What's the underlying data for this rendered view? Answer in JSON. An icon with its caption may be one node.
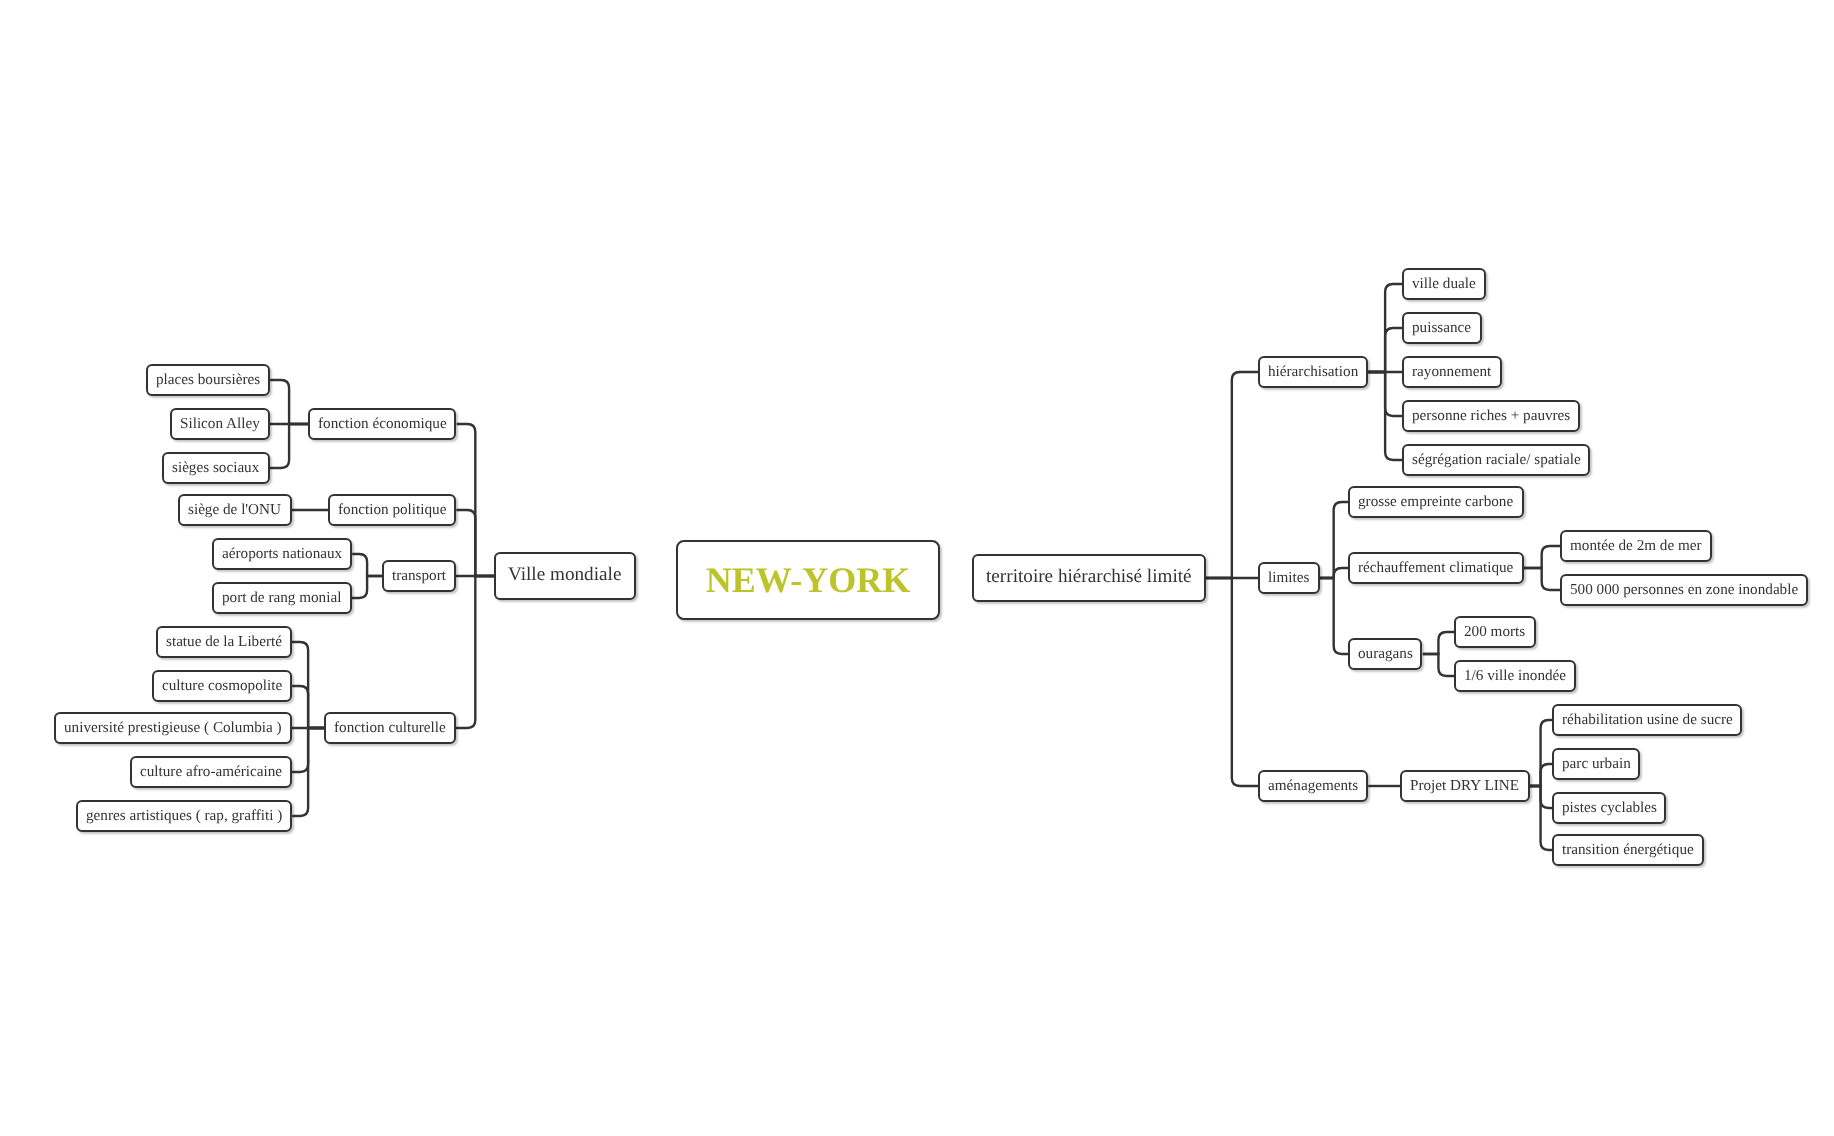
{
  "diagram": {
    "nodes": [
      {
        "text": [
          "NEW-YORK"
        ]
      },
      {
        "text": [
          "Ville mondiale"
        ]
      },
      {
        "text": [
          "fonction économique"
        ]
      },
      {
        "text": [
          "places boursières"
        ]
      },
      {
        "text": [
          "Silicon Alley"
        ]
      },
      {
        "text": [
          "sièges sociaux"
        ]
      },
      {
        "text": [
          "fonction politique"
        ]
      },
      {
        "text": [
          "siège de l'ONU"
        ]
      },
      {
        "text": [
          "transport"
        ]
      },
      {
        "text": [
          "aéroports nationaux"
        ]
      },
      {
        "text": [
          "port de rang monial"
        ]
      },
      {
        "text": [
          "fonction culturelle"
        ]
      },
      {
        "text": [
          "statue de la Liberté"
        ]
      },
      {
        "text": [
          "culture cosmopolite"
        ]
      },
      {
        "text": [
          "université prestigieuse ( Columbia )"
        ]
      },
      {
        "text": [
          "culture afro-américaine"
        ]
      },
      {
        "text": [
          "genres artistiques ( rap, graffiti )"
        ]
      },
      {
        "text": [
          "territoire hiérarchisé limité"
        ]
      },
      {
        "text": [
          "hiérarchisation"
        ]
      },
      {
        "text": [
          "ville duale"
        ]
      },
      {
        "text": [
          "puissance"
        ]
      },
      {
        "text": [
          "rayonnement"
        ]
      },
      {
        "text": [
          "personne riches + pauvres"
        ]
      },
      {
        "text": [
          "ségrégation raciale/ spatiale"
        ]
      },
      {
        "text": [
          "limites"
        ]
      },
      {
        "text": [
          "grosse empreinte carbone"
        ]
      },
      {
        "text": [
          "réchauffement climatique"
        ]
      },
      {
        "text": [
          "montée de 2m de mer"
        ]
      },
      {
        "text": [
          "500 000 personnes en zone inondable"
        ]
      },
      {
        "text": [
          "ouragans"
        ]
      },
      {
        "text": [
          "200 morts"
        ]
      },
      {
        "text": [
          "1/6 ville inondée"
        ]
      },
      {
        "text": [
          "aménagements"
        ]
      },
      {
        "text": [
          "Projet DRY LINE"
        ]
      },
      {
        "text": [
          "réhabilitation usine de sucre"
        ]
      },
      {
        "text": [
          "parc urbain"
        ]
      },
      {
        "text": [
          "pistes cyclables"
        ]
      },
      {
        "text": [
          "transition énergétique"
        ]
      }
    ],
    "edges": [
      {
        "from": 1,
        "to": 2,
        "arrow": "none"
      },
      {
        "from": 1,
        "to": 6,
        "arrow": "none"
      },
      {
        "from": 1,
        "to": 8,
        "arrow": "none"
      },
      {
        "from": 1,
        "to": 11,
        "arrow": "none"
      },
      {
        "from": 2,
        "to": 3,
        "arrow": "none"
      },
      {
        "from": 2,
        "to": 4,
        "arrow": "none"
      },
      {
        "from": 2,
        "to": 5,
        "arrow": "none"
      },
      {
        "from": 6,
        "to": 7,
        "arrow": "none"
      },
      {
        "from": 8,
        "to": 9,
        "arrow": "none"
      },
      {
        "from": 8,
        "to": 10,
        "arrow": "none"
      },
      {
        "from": 11,
        "to": 12,
        "arrow": "none"
      },
      {
        "from": 11,
        "to": 13,
        "arrow": "none"
      },
      {
        "from": 11,
        "to": 14,
        "arrow": "none"
      },
      {
        "from": 11,
        "to": 15,
        "arrow": "none"
      },
      {
        "from": 11,
        "to": 16,
        "arrow": "none"
      },
      {
        "from": 17,
        "to": 18,
        "arrow": "none"
      },
      {
        "from": 17,
        "to": 24,
        "arrow": "none"
      },
      {
        "from": 17,
        "to": 32,
        "arrow": "none"
      },
      {
        "from": 18,
        "to": 19,
        "arrow": "none"
      },
      {
        "from": 18,
        "to": 20,
        "arrow": "none"
      },
      {
        "from": 18,
        "to": 21,
        "arrow": "none"
      },
      {
        "from": 18,
        "to": 22,
        "arrow": "none"
      },
      {
        "from": 18,
        "to": 23,
        "arrow": "none"
      },
      {
        "from": 24,
        "to": 25,
        "arrow": "none"
      },
      {
        "from": 24,
        "to": 26,
        "arrow": "none"
      },
      {
        "from": 24,
        "to": 29,
        "arrow": "none"
      },
      {
        "from": 26,
        "to": 27,
        "arrow": "none"
      },
      {
        "from": 26,
        "to": 28,
        "arrow": "none"
      },
      {
        "from": 29,
        "to": 30,
        "arrow": "none"
      },
      {
        "from": 29,
        "to": 31,
        "arrow": "none"
      },
      {
        "from": 32,
        "to": 33,
        "arrow": "none"
      },
      {
        "from": 33,
        "to": 34,
        "arrow": "none"
      },
      {
        "from": 33,
        "to": 35,
        "arrow": "none"
      },
      {
        "from": 33,
        "to": 36,
        "arrow": "none"
      },
      {
        "from": 33,
        "to": 37,
        "arrow": "none"
      }
    ]
  }
}
